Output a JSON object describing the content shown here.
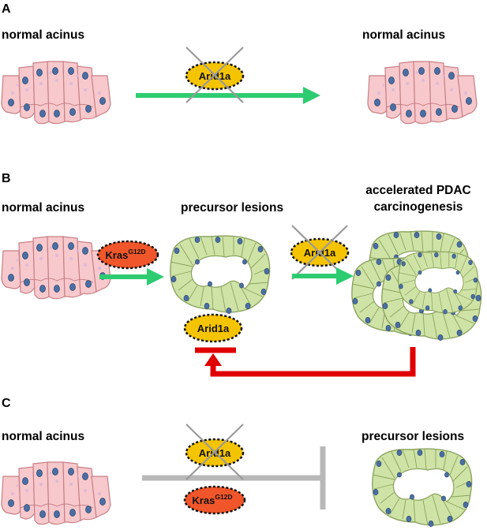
{
  "panels": {
    "a": {
      "letter": "A",
      "left_label": "normal acinus",
      "right_label": "normal acinus",
      "gene": "Arid1a"
    },
    "b": {
      "letter": "B",
      "left_label": "normal acinus",
      "middle_label": "precursor lesions",
      "right_label_line1": "accelerated PDAC",
      "right_label_line2": "carcinogenesis",
      "kras_base": "Kras",
      "kras_sup": "G12D",
      "gene_deleted": "Arid1a",
      "gene_feedback": "Arid1a"
    },
    "c": {
      "letter": "C",
      "left_label": "normal acinus",
      "right_label": "precursor lesions",
      "gene": "Arid1a",
      "kras_base": "Kras",
      "kras_sup": "G12D"
    }
  },
  "colors": {
    "acinar_cell": "#f7c9cc",
    "nucleus": "#4a6fa5",
    "lesion_cell": "#cfe3a6",
    "arrow_green": "#2ecc71",
    "arrow_red": "#e00000",
    "arrow_gray": "#b8b8b8",
    "gene_yellow": "#f5c400",
    "kras_orange": "#f0562a"
  }
}
